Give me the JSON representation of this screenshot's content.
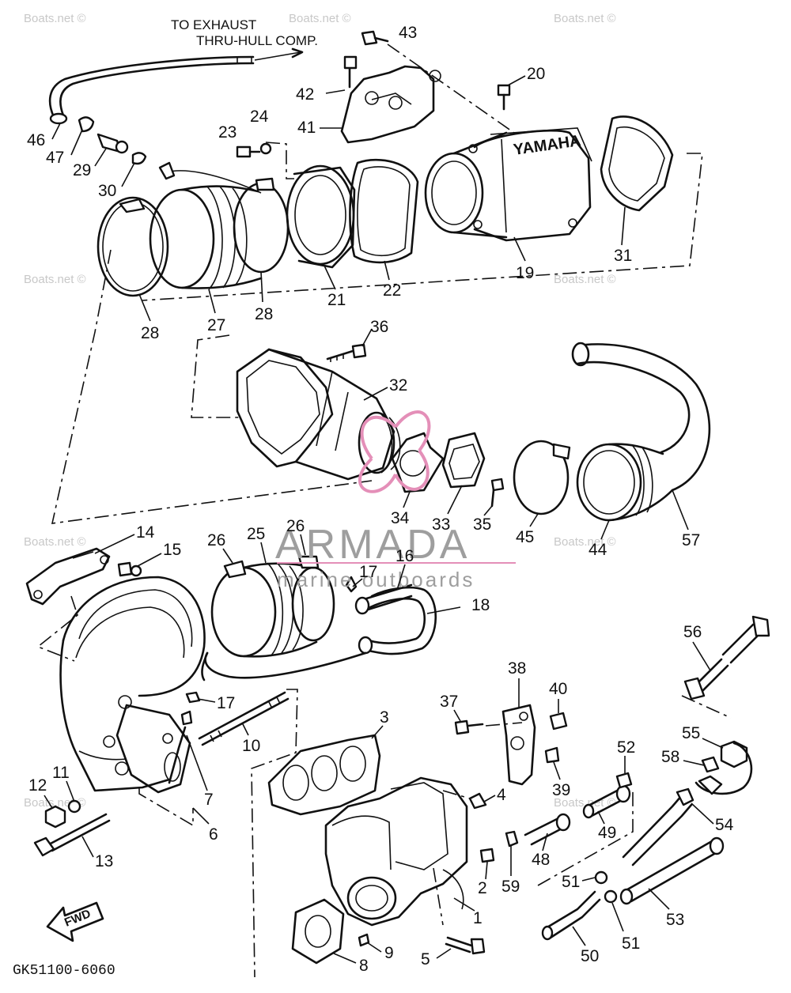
{
  "diagram": {
    "header_note_line1": "TO EXHAUST",
    "header_note_line2": "THRU-HULL COMP.",
    "drawing_code": "GK51100-6060",
    "fwd_label": "FWD",
    "watermark_site": "Boats.net ©",
    "watermark_brand": "ARMADA",
    "watermark_tagline": "marine outboards",
    "yamaha_lettering": "YAMAHA",
    "colors": {
      "line": "#111111",
      "watermark_pink": "#e48fb8",
      "watermark_gray": "#9e9e9e"
    },
    "parts": {
      "p1": "1",
      "p2": "2",
      "p3": "3",
      "p4": "4",
      "p5": "5",
      "p6": "6",
      "p7": "7",
      "p8": "8",
      "p9": "9",
      "p10": "10",
      "p11": "11",
      "p12": "12",
      "p13": "13",
      "p14": "14",
      "p15": "15",
      "p16": "16",
      "p17a": "17",
      "p17b": "17",
      "p18": "18",
      "p19": "19",
      "p20": "20",
      "p21": "21",
      "p22": "22",
      "p23": "23",
      "p24": "24",
      "p25": "25",
      "p26a": "26",
      "p26b": "26",
      "p27": "27",
      "p28a": "28",
      "p28b": "28",
      "p29": "29",
      "p30": "30",
      "p31": "31",
      "p32": "32",
      "p33": "33",
      "p34": "34",
      "p35": "35",
      "p36": "36",
      "p37": "37",
      "p38": "38",
      "p39": "39",
      "p40": "40",
      "p41": "41",
      "p42": "42",
      "p43": "43",
      "p44": "44",
      "p45": "45",
      "p46": "46",
      "p47": "47",
      "p48": "48",
      "p49": "49",
      "p50": "50",
      "p51a": "51",
      "p51b": "51",
      "p52": "52",
      "p53": "53",
      "p54": "54",
      "p55": "55",
      "p56": "56",
      "p57": "57",
      "p58": "58",
      "p59": "59"
    }
  }
}
